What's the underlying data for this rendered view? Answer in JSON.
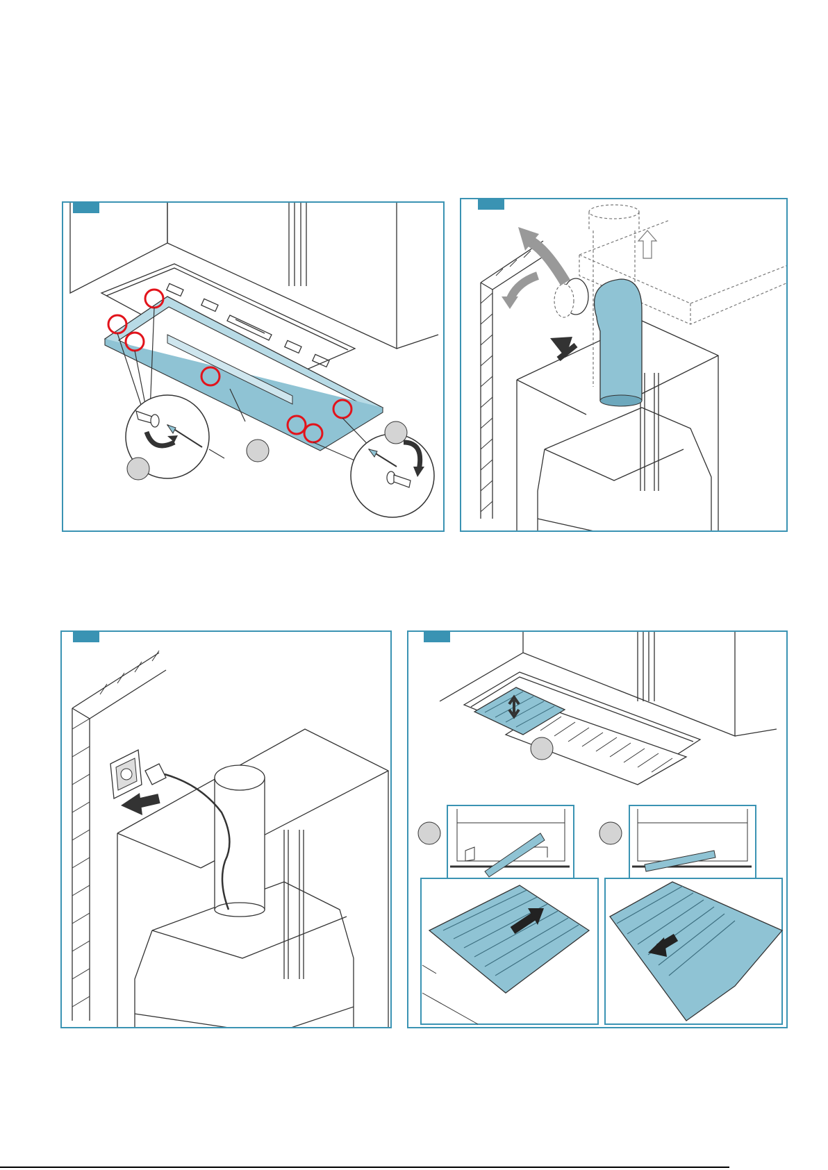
{
  "colors": {
    "accent": "#3a93b3",
    "part_fill": "#8fc3d4",
    "highlight": "#e2131b",
    "bubble": "#d4d4d4",
    "line": "#333333"
  },
  "panels": [
    {
      "id": "panel-1",
      "icons": [
        "screw-icon",
        "screwdriver-icon",
        "rotate-arrow-icon",
        "highlight-circle-icon"
      ]
    },
    {
      "id": "panel-2",
      "icons": [
        "duct-elbow-icon",
        "airflow-arrow-icon"
      ]
    },
    {
      "id": "panel-3",
      "icons": [
        "power-socket-icon",
        "plug-icon",
        "insert-arrow-icon"
      ]
    },
    {
      "id": "panel-4",
      "icons": [
        "grease-filter-icon",
        "lift-arrow-icon",
        "push-arrow-icon"
      ]
    }
  ],
  "footer": {
    "code": ""
  }
}
